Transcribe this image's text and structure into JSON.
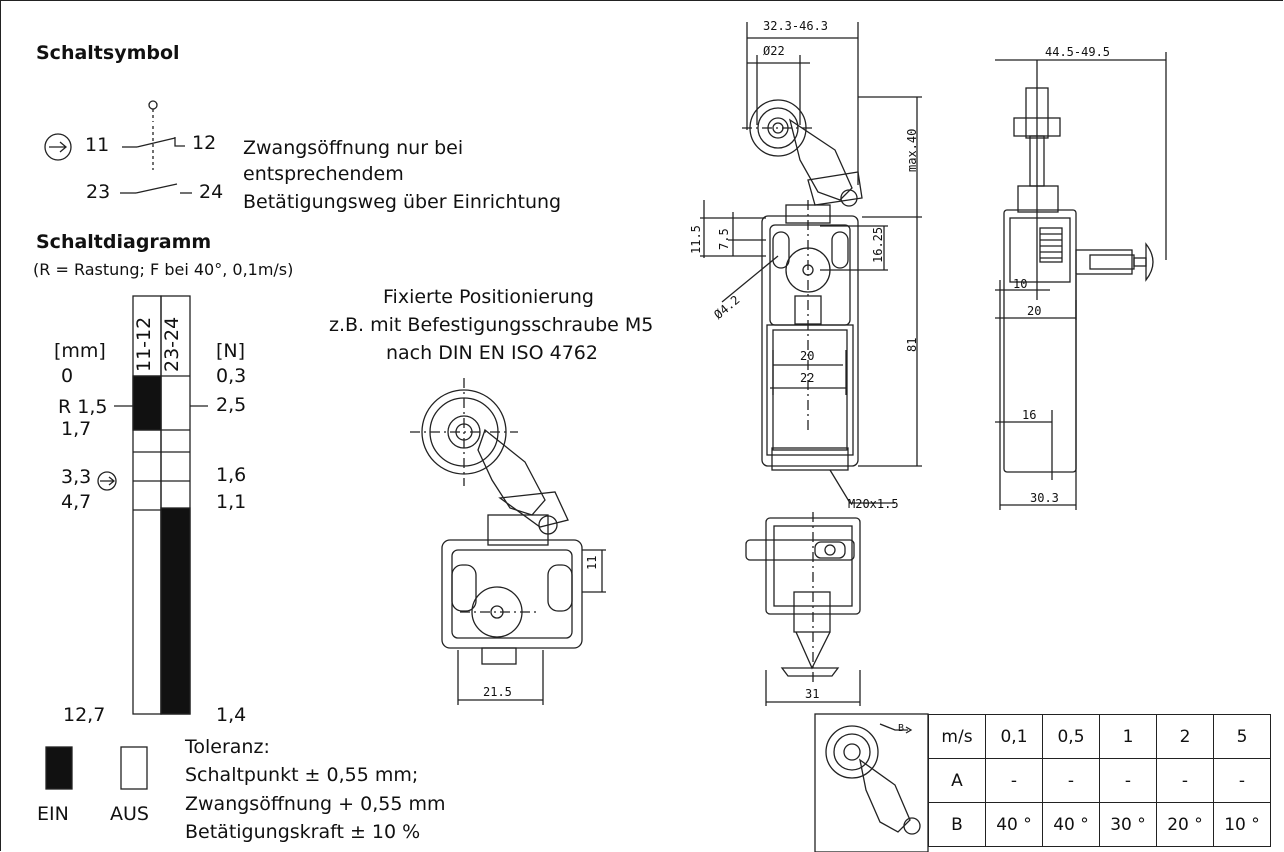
{
  "symbol": {
    "title": "Schaltsymbol",
    "t11": "11",
    "t12": "12",
    "t23": "23",
    "t24": "24",
    "note1": "Zwangsöffnung nur bei",
    "note2": "entsprechendem",
    "note3": "Betätigungsweg über Einrichtung"
  },
  "diagram": {
    "title": "Schaltdiagramm",
    "subtitle": "(R = Rastung; F bei 40°, 0,1m/s)",
    "col1": "11-12",
    "col2": "23-24",
    "unit_left": "[mm]",
    "unit_right": "[N]",
    "mm": [
      "0",
      "R 1,5",
      "1,7",
      "3,3",
      "4,7",
      "12,7"
    ],
    "force": [
      "0,3",
      "2,5",
      "1,6",
      "1,1",
      "1,4"
    ],
    "legend_on": "EIN",
    "legend_off": "AUS",
    "tol_title": "Toleranz:",
    "tol1": "Schaltpunkt ± 0,55 mm;",
    "tol2": "Zwangsöffnung + 0,55 mm",
    "tol3": "Betätigungskraft ± 10 %"
  },
  "fixed": {
    "line1": "Fixierte Positionierung",
    "line2": "z.B. mit Befestigungsschraube M5",
    "line3": "nach DIN EN ISO 4762",
    "dim_11": "11",
    "dim_215": "21.5"
  },
  "front": {
    "d_width": "32.3-46.3",
    "d_roller": "Ø22",
    "d_max40": "max.40",
    "d_115": "11.5",
    "d_75": "7.5",
    "d_1625": "16.25",
    "d_hole": "Ø4.2",
    "d_20": "20",
    "d_22": "22",
    "d_81": "81",
    "d_thread": "M20x1.5",
    "d_31": "31"
  },
  "side": {
    "d_width": "44.5-49.5",
    "d_10": "10",
    "d_20": "20",
    "d_16": "16",
    "d_303": "30.3"
  },
  "speed_table": {
    "rows": [
      [
        "m/s",
        "0,1",
        "0,5",
        "1",
        "2",
        "5"
      ],
      [
        "A",
        "-",
        "-",
        "-",
        "-",
        "-"
      ],
      [
        "B",
        "40 °",
        "40 °",
        "30 °",
        "20 °",
        "10 °"
      ]
    ],
    "icon_label": "B"
  }
}
